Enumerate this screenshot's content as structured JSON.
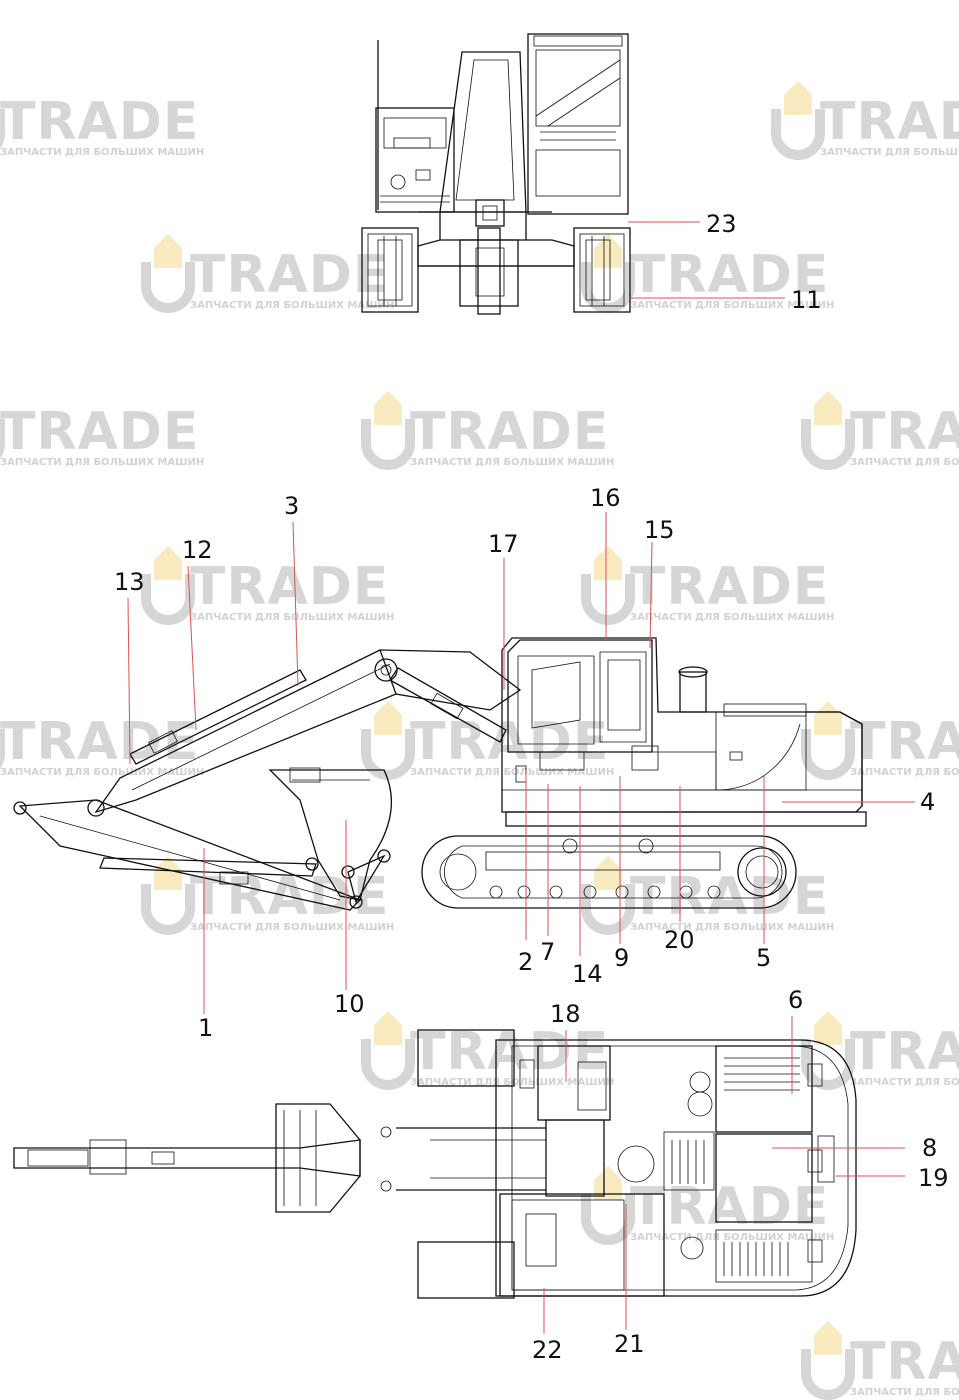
{
  "watermark": {
    "logo_text": "TRADE",
    "subtitle": "ЗАПЧАСТИ ДЛЯ БОЛЬШИХ МАШИН",
    "color": "#d6d6d6",
    "accent_color": "#f6d98a"
  },
  "callouts": [
    {
      "label": "23"
    },
    {
      "label": "11"
    },
    {
      "label": "3"
    },
    {
      "label": "16"
    },
    {
      "label": "15"
    },
    {
      "label": "12"
    },
    {
      "label": "17"
    },
    {
      "label": "13"
    },
    {
      "label": "4"
    },
    {
      "label": "10"
    },
    {
      "label": "1"
    },
    {
      "label": "2"
    },
    {
      "label": "7"
    },
    {
      "label": "14"
    },
    {
      "label": "9"
    },
    {
      "label": "20"
    },
    {
      "label": "5"
    },
    {
      "label": "6"
    },
    {
      "label": "18"
    },
    {
      "label": "8"
    },
    {
      "label": "19"
    },
    {
      "label": "22"
    },
    {
      "label": "21"
    }
  ],
  "colors": {
    "line": "#111111",
    "leader": "#d9534f"
  }
}
